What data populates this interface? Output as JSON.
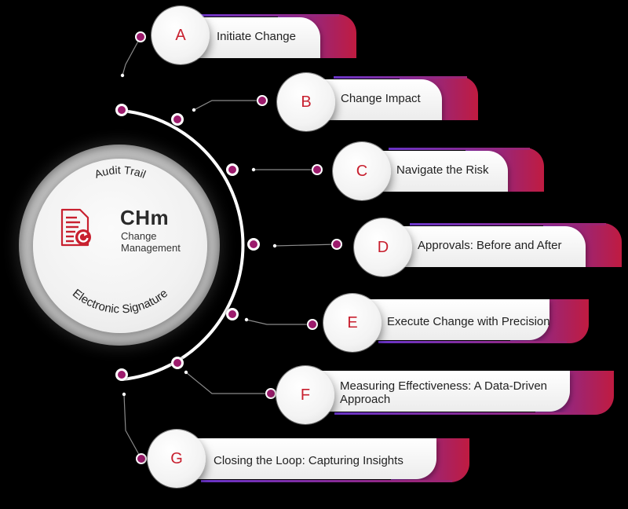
{
  "hub": {
    "title": "CHm",
    "subtitle_line1": "Change",
    "subtitle_line2": "Management",
    "top_arc_text": "Audit Trail",
    "bottom_arc_text": "Electronic Signature",
    "icon": "document-refresh-icon"
  },
  "colors": {
    "background": "#000000",
    "accent_magenta": "#9c1b6c",
    "gradient_start": "#7a2aa0",
    "gradient_end": "#c01b40",
    "letter_red": "#c8202f",
    "card_white": "#f2f2f2"
  },
  "steps": [
    {
      "letter": "A",
      "label": "Initiate Change"
    },
    {
      "letter": "B",
      "label": "Change Impact"
    },
    {
      "letter": "C",
      "label": "Navigate the Risk"
    },
    {
      "letter": "D",
      "label": "Approvals: Before and After"
    },
    {
      "letter": "E",
      "label": "Execute Change with Precision"
    },
    {
      "letter": "F",
      "label": "Measuring Effectiveness: A Data-Driven Approach"
    },
    {
      "letter": "G",
      "label": "Closing the Loop: Capturing Insights"
    }
  ]
}
